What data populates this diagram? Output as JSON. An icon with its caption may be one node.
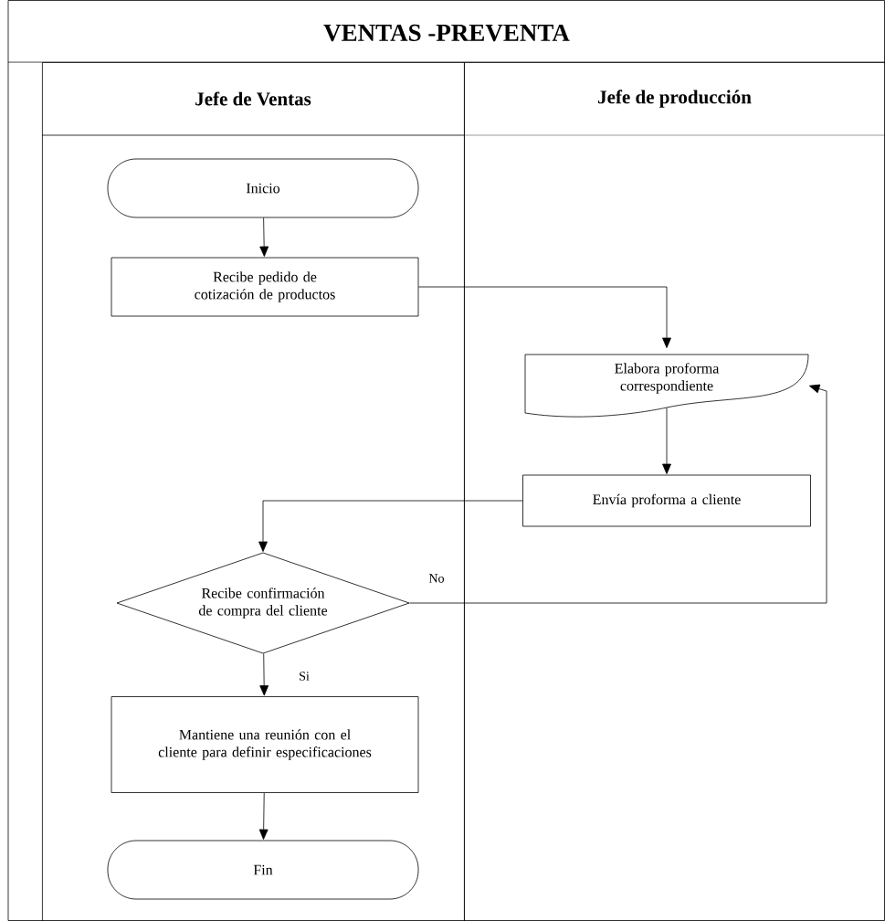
{
  "diagram": {
    "title": "VENTAS -PREVENTA",
    "nodes": [
      {
        "text": [
          "Jefe de Ventas"
        ]
      },
      {
        "text": [
          "Jefe de producción"
        ]
      },
      {
        "text": [
          "Inicio"
        ],
        "in": 0
      },
      {
        "text": [
          "Recibe pedido de cotización de productos"
        ],
        "in": 0
      },
      {
        "text": [
          "Elabora proforma correspondiente"
        ],
        "in": 1
      },
      {
        "text": [
          "Envía proforma  a cliente"
        ],
        "in": 1
      },
      {
        "text": [
          "Recibe confirmación de compra del cliente"
        ],
        "in": 0
      },
      {
        "text": [
          "Mantiene una reunión con el cliente para definir especificaciones"
        ],
        "in": 0
      },
      {
        "text": [
          "Fin"
        ],
        "in": 0
      }
    ],
    "edges": [
      {
        "from": 2,
        "to": 3,
        "arrow": "to"
      },
      {
        "from": 3,
        "to": 4,
        "arrow": "to"
      },
      {
        "from": 4,
        "to": 5,
        "arrow": "to"
      },
      {
        "from": 5,
        "to": 6,
        "arrow": "to"
      },
      {
        "from": 6,
        "to": 4,
        "arrow": "to",
        "label": "No"
      },
      {
        "from": 6,
        "to": 7,
        "arrow": "to",
        "label": "Si"
      },
      {
        "from": 7,
        "to": 8,
        "arrow": "to"
      }
    ]
  }
}
